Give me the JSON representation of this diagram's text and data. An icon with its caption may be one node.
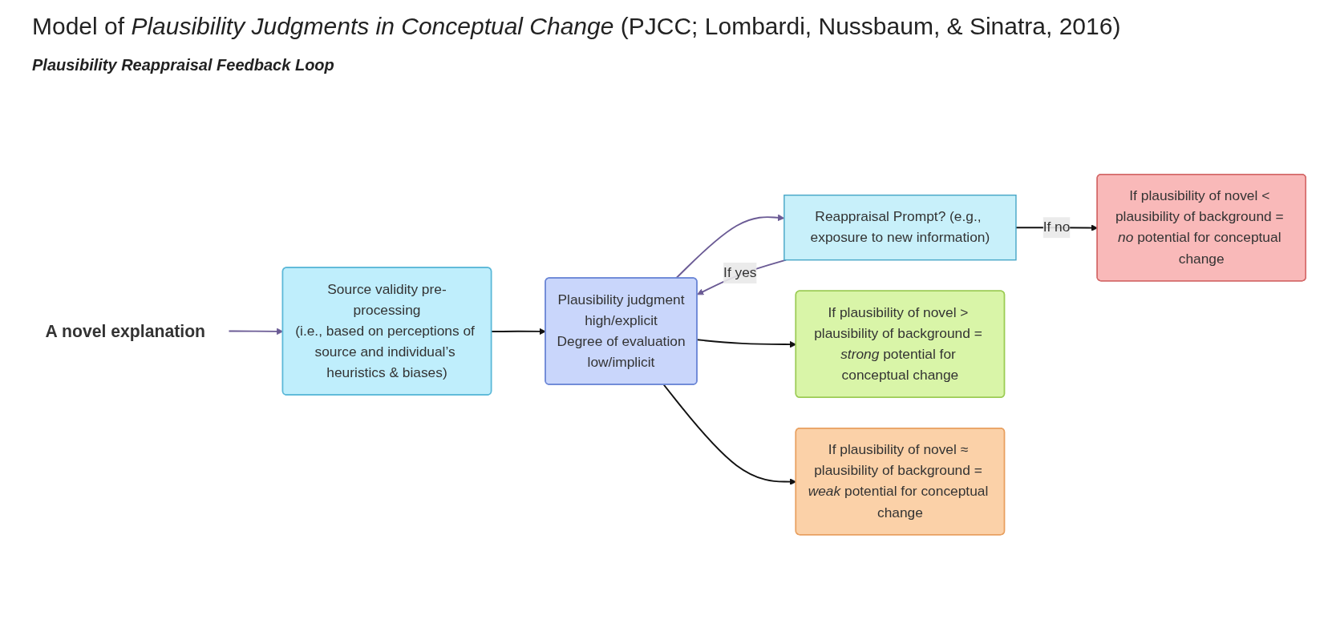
{
  "diagram": {
    "title": "Model of *Plausibility Judgments in Conceptual Change* (PJCC; Lombardi, Nussbaum, & Sinatra, 2016)",
    "nodes": [
      {
        "text": [
          "A novel explanation"
        ]
      },
      {
        "text": [
          "Source validity pre-processing",
          "(i.e., based on perceptions of source and individual’s heuristics & biases)"
        ]
      },
      {
        "text": [
          "Plausibility judgment",
          "high/explicit",
          "Degree of evaluation",
          "low/implicit"
        ]
      },
      {
        "text": [
          "Reappraisal Prompt? (e.g., exposure to new information)"
        ]
      },
      {
        "text": [
          "If plausibility of novel > plausibility of background = *strong* potential for conceptual change"
        ]
      },
      {
        "text": [
          "If plausibility of novel ≈ plausibility of background = *weak* potential for conceptual change"
        ]
      },
      {
        "text": [
          "If plausibility of novel < plausibility of background = *no* potential for conceptual change"
        ]
      }
    ],
    "edges": [
      {
        "from": 0,
        "to": 1,
        "arrow": "to",
        "color": "#6b5b95"
      },
      {
        "from": 1,
        "to": 2,
        "arrow": "to"
      },
      {
        "from": 2,
        "to": 4,
        "arrow": "to"
      },
      {
        "from": 2,
        "to": 5,
        "arrow": "to"
      },
      {
        "from": 2,
        "to": 3,
        "arrow": "to",
        "color": "#6b5b95"
      },
      {
        "from": 3,
        "to": 2,
        "arrow": "to",
        "label": "If yes",
        "color": "#6b5b95"
      },
      {
        "from": 3,
        "to": 6,
        "arrow": "to",
        "label": "If no"
      }
    ],
    "labels": [
      "Plausibility Reappraisal Feedback Loop"
    ]
  }
}
